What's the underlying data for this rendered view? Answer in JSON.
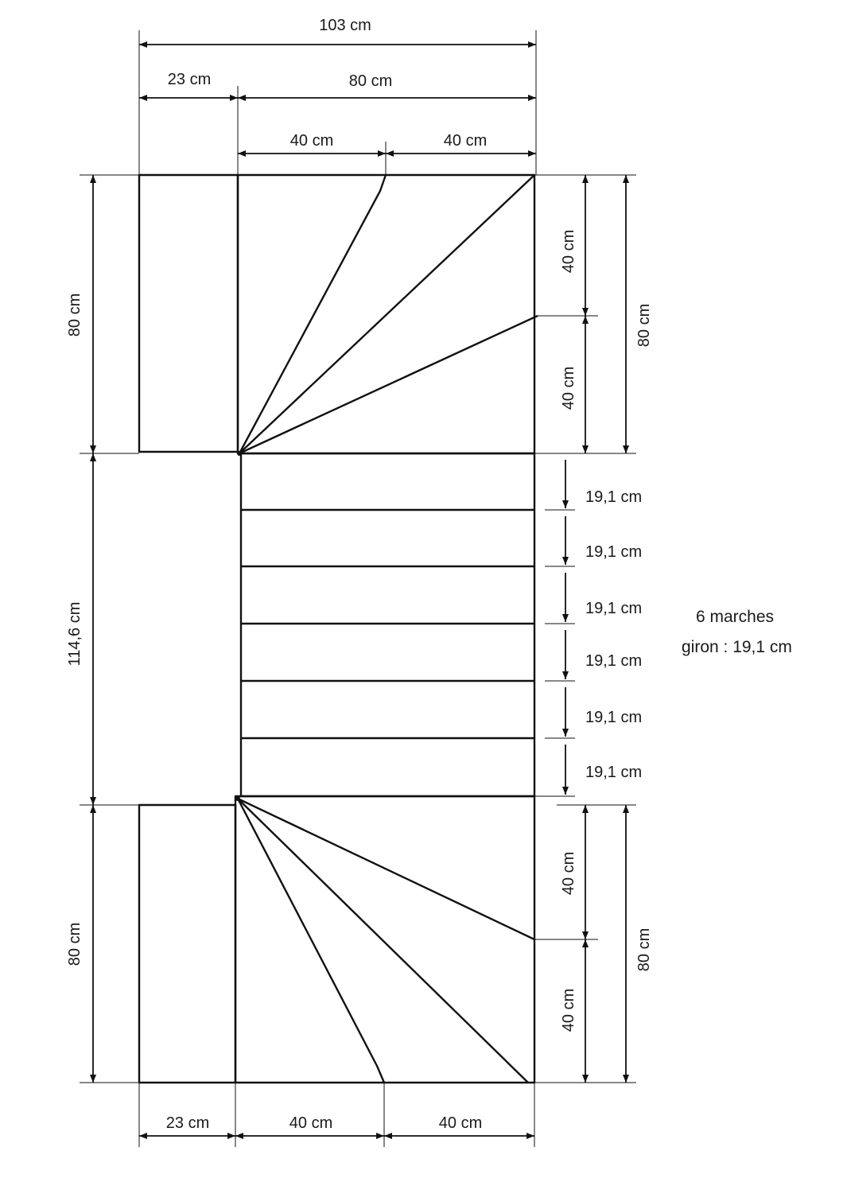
{
  "dimensions": {
    "top_total": "103 cm",
    "top_left": "23 cm",
    "top_right": "80 cm",
    "top_sub_left": "40 cm",
    "top_sub_right": "40 cm",
    "left_upper": "80 cm",
    "left_middle": "114,6 cm",
    "left_lower": "80 cm",
    "right_upper_a": "40 cm",
    "right_upper_b": "40 cm",
    "right_upper_total": "80 cm",
    "right_lower_a": "40 cm",
    "right_lower_b": "40 cm",
    "right_lower_total": "80 cm",
    "treads": [
      "19,1 cm",
      "19,1 cm",
      "19,1 cm",
      "19,1 cm",
      "19,1 cm",
      "19,1 cm"
    ],
    "bottom_left": "23 cm",
    "bottom_mid": "40 cm",
    "bottom_right": "40 cm"
  },
  "note": {
    "line1": "6 marches",
    "line2": "giron : 19,1 cm"
  },
  "colors": {
    "line": "#111111",
    "text": "#1a1a1a",
    "background": "#ffffff"
  }
}
